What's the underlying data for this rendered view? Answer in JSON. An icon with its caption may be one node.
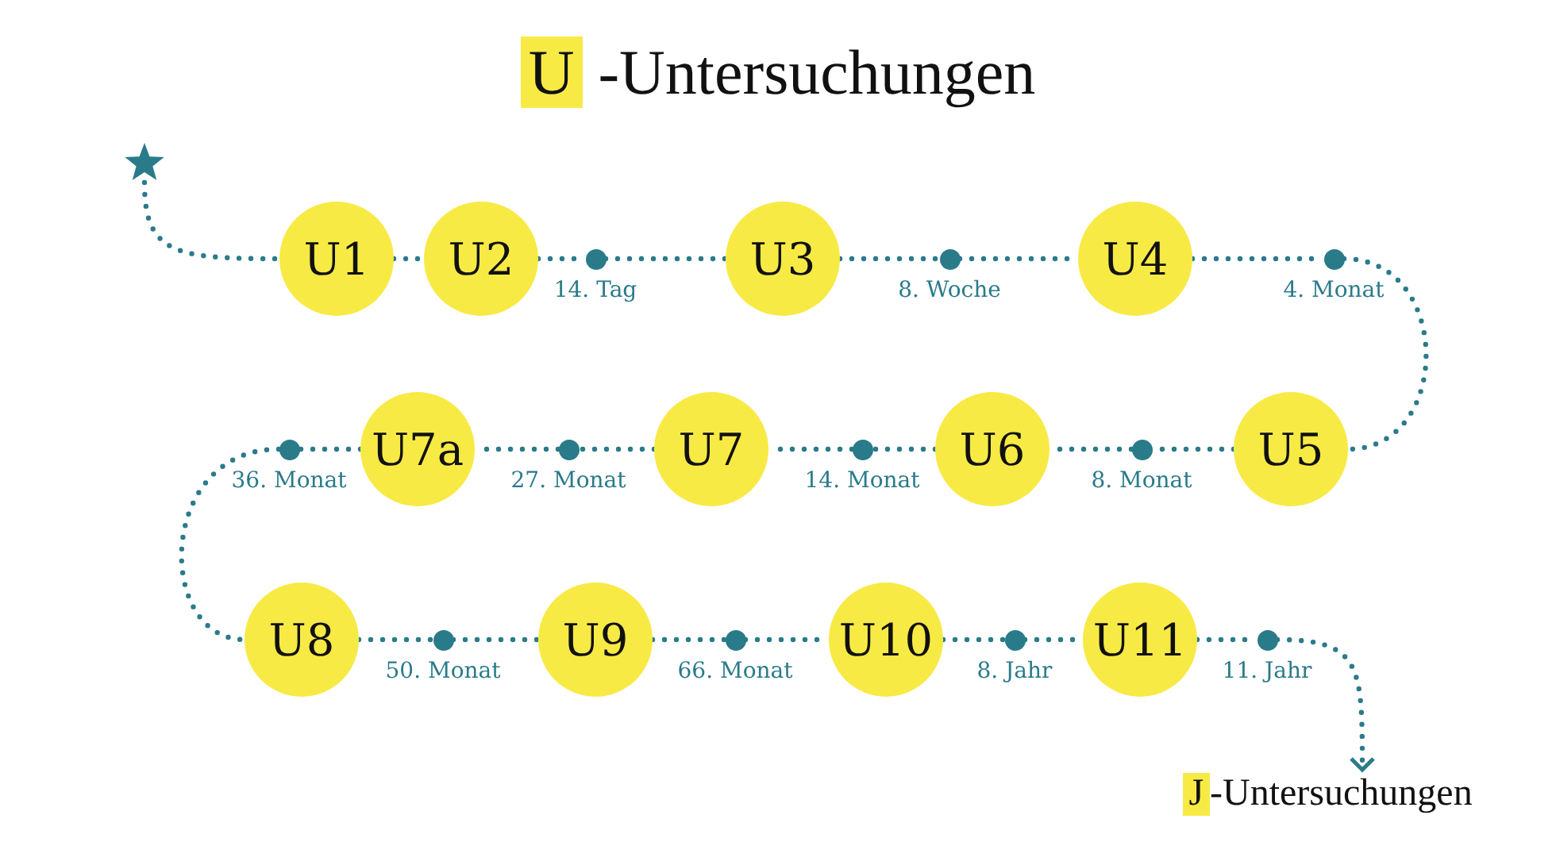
{
  "diagram": {
    "title": "U -Untersuchungen",
    "nodes": [
      {
        "text": [],
        "shape": "star"
      },
      {
        "text": [
          "U1"
        ]
      },
      {
        "text": [
          "U2"
        ]
      },
      {
        "text": [],
        "shape": "circle",
        "beside": [
          "14. Tag"
        ]
      },
      {
        "text": [
          "U3"
        ]
      },
      {
        "text": [],
        "shape": "circle",
        "beside": [
          "8. Woche"
        ]
      },
      {
        "text": [
          "U4"
        ]
      },
      {
        "text": [],
        "shape": "circle",
        "beside": [
          "4. Monat"
        ]
      },
      {
        "text": [
          "U5"
        ]
      },
      {
        "text": [],
        "shape": "circle",
        "beside": [
          "8. Monat"
        ]
      },
      {
        "text": [
          "U6"
        ]
      },
      {
        "text": [],
        "shape": "circle",
        "beside": [
          "14. Monat"
        ]
      },
      {
        "text": [
          "U7"
        ]
      },
      {
        "text": [],
        "shape": "circle",
        "beside": [
          "27. Monat"
        ]
      },
      {
        "text": [
          "U7a"
        ]
      },
      {
        "text": [],
        "shape": "circle",
        "beside": [
          "36. Monat"
        ]
      },
      {
        "text": [
          "U8"
        ]
      },
      {
        "text": [],
        "shape": "circle",
        "beside": [
          "50. Monat"
        ]
      },
      {
        "text": [
          "U9"
        ]
      },
      {
        "text": [],
        "shape": "circle",
        "beside": [
          "66. Monat"
        ]
      },
      {
        "text": [
          "U10"
        ]
      },
      {
        "text": [],
        "shape": "circle",
        "beside": [
          "8. Jahr"
        ]
      },
      {
        "text": [
          "U11"
        ]
      },
      {
        "text": [],
        "shape": "circle",
        "beside": [
          "11. Jahr"
        ]
      },
      {
        "text": [
          "J -Untersuchungen"
        ]
      }
    ],
    "edges": [
      {
        "from": 0,
        "to": 1,
        "arrow": "none",
        "style": "dashed"
      },
      {
        "from": 1,
        "to": 2,
        "arrow": "none",
        "style": "dashed"
      },
      {
        "from": 2,
        "to": 3,
        "arrow": "none",
        "style": "dashed"
      },
      {
        "from": 3,
        "to": 4,
        "arrow": "none",
        "style": "dashed"
      },
      {
        "from": 4,
        "to": 5,
        "arrow": "none",
        "style": "dashed"
      },
      {
        "from": 5,
        "to": 6,
        "arrow": "none",
        "style": "dashed"
      },
      {
        "from": 6,
        "to": 7,
        "arrow": "none",
        "style": "dashed"
      },
      {
        "from": 7,
        "to": 8,
        "arrow": "none",
        "style": "dashed"
      },
      {
        "from": 8,
        "to": 9,
        "arrow": "none",
        "style": "dashed"
      },
      {
        "from": 9,
        "to": 10,
        "arrow": "none",
        "style": "dashed"
      },
      {
        "from": 10,
        "to": 11,
        "arrow": "none",
        "style": "dashed"
      },
      {
        "from": 11,
        "to": 12,
        "arrow": "none",
        "style": "dashed"
      },
      {
        "from": 12,
        "to": 13,
        "arrow": "none",
        "style": "dashed"
      },
      {
        "from": 13,
        "to": 14,
        "arrow": "none",
        "style": "dashed"
      },
      {
        "from": 14,
        "to": 15,
        "arrow": "none",
        "style": "dashed"
      },
      {
        "from": 15,
        "to": 16,
        "arrow": "none",
        "style": "dashed"
      },
      {
        "from": 16,
        "to": 17,
        "arrow": "none",
        "style": "dashed"
      },
      {
        "from": 17,
        "to": 18,
        "arrow": "none",
        "style": "dashed"
      },
      {
        "from": 18,
        "to": 19,
        "arrow": "none",
        "style": "dashed"
      },
      {
        "from": 19,
        "to": 20,
        "arrow": "none",
        "style": "dashed"
      },
      {
        "from": 20,
        "to": 21,
        "arrow": "none",
        "style": "dashed"
      },
      {
        "from": 21,
        "to": 22,
        "arrow": "none",
        "style": "dashed"
      },
      {
        "from": 22,
        "to": 23,
        "arrow": "none",
        "style": "dashed"
      },
      {
        "from": 23,
        "to": 24,
        "arrow": "to",
        "style": "dashed"
      }
    ]
  }
}
